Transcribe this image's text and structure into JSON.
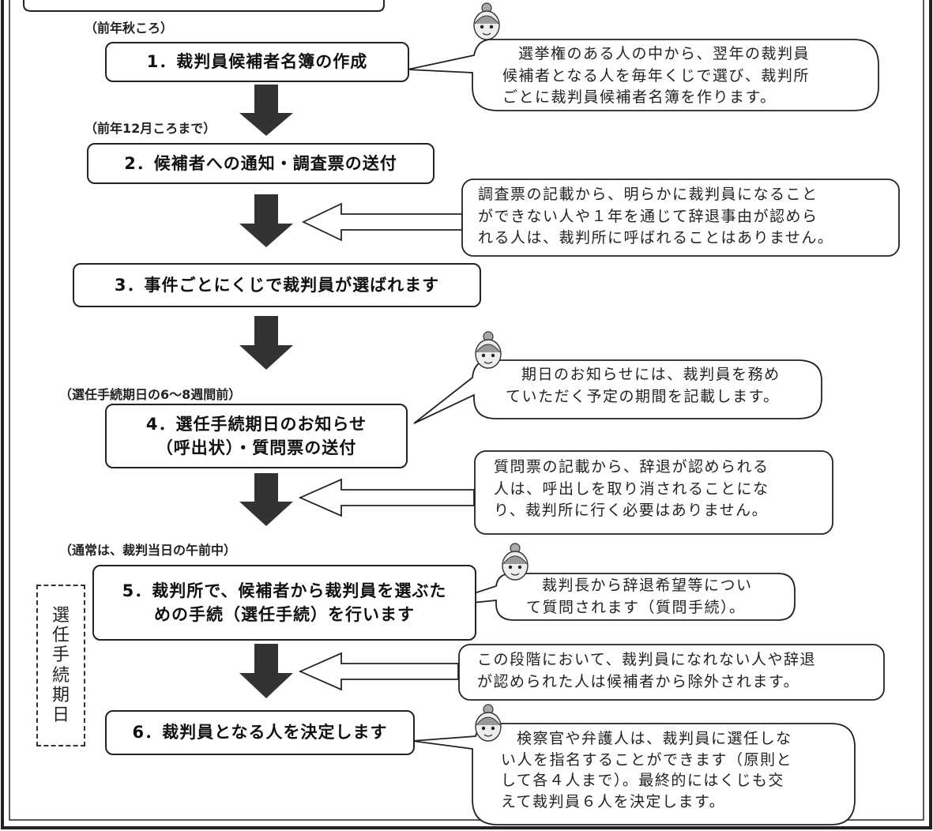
{
  "steps": [
    {
      "label": "1．裁判員候補者名簿の作成"
    },
    {
      "label": "2．候補者への通知・調査票の送付"
    },
    {
      "label": "3．事件ごとにくじで裁判員が選ばれます"
    },
    {
      "line1": "4．選任手続期日のお知らせ",
      "line2": "（呼出状）・質問票の送付"
    },
    {
      "line1": "5．裁判所で、候補者から裁判員を選ぶた",
      "line2": "めの手続（選任手続）を行います"
    },
    {
      "label": "6．裁判員となる人を決定します"
    }
  ],
  "timing_notes": {
    "step1": "（前年秋ころ）",
    "step2": "（前年12月ころまで）",
    "step4": "（選任手続期日の6～8週間前）",
    "step5": "（通常は、裁判当日の午前中）"
  },
  "speech_bubbles": {
    "b1": [
      "選挙権のある人の中から、翌年の裁判員",
      "候補者となる人を毎年くじで選び、裁判所",
      "ごとに裁判員候補者名簿を作ります。"
    ],
    "b4": [
      "期日のお知らせには、裁判員を務め",
      "ていただく予定の期間を記載します。"
    ],
    "b5": [
      "裁判長から辞退希望等につい",
      "て質問されます（質問手続）。"
    ],
    "b6": [
      "検察官や弁護人は、裁判員に選任しな",
      "い人を指名することができます（原則と",
      "して各４人まで）。最終的にはくじも交",
      "えて裁判員６人を決定します。"
    ]
  },
  "exclusion_notes": {
    "n2": [
      "調査票の記載から、明らかに裁判員になること",
      "ができない人や１年を通じて辞退事由が認めら",
      "れる人は、裁判所に呼ばれることはありません。"
    ],
    "n4": [
      "質問票の記載から、辞退が認められる",
      "人は、呼出しを取り消されることにな",
      "り、裁判所に行く必要はありません。"
    ],
    "n5": [
      "この段階において、裁判員になれない人や辞退",
      "が認められた人は候補者から除外されます。"
    ]
  },
  "side_label": [
    "選",
    "任",
    "手",
    "続",
    "期",
    "日"
  ],
  "icons": {
    "arrow": "down-arrow-icon",
    "hollow_arrow": "left-hollow-arrow-icon",
    "character": "character-face-icon"
  },
  "colors": {
    "frame": "#222222",
    "arrow": "#333333"
  }
}
